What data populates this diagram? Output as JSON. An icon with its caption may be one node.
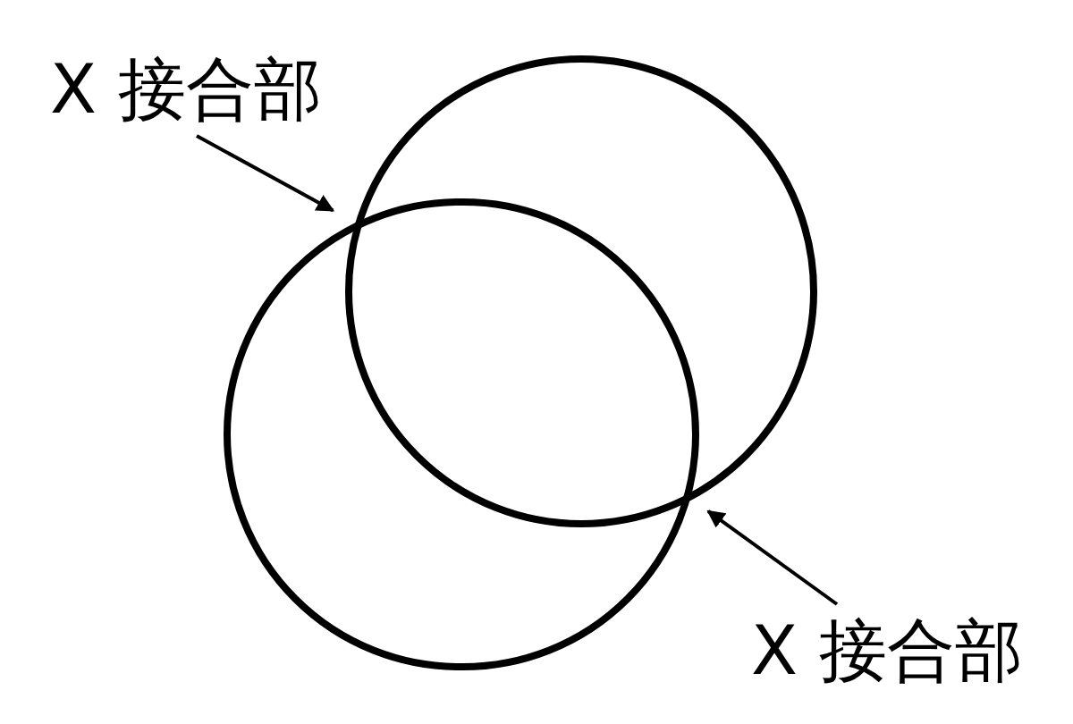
{
  "diagram": {
    "nodes": [
      {
        "text": [
          "X 接合部"
        ]
      },
      {
        "text": [],
        "shape": "circle"
      },
      {
        "text": [],
        "shape": "circle"
      },
      {
        "text": [
          "X 接合部"
        ]
      }
    ],
    "edges": [
      {
        "from": 0,
        "to": 1,
        "arrow": "to"
      },
      {
        "from": 3,
        "to": 1,
        "arrow": "to"
      }
    ]
  }
}
